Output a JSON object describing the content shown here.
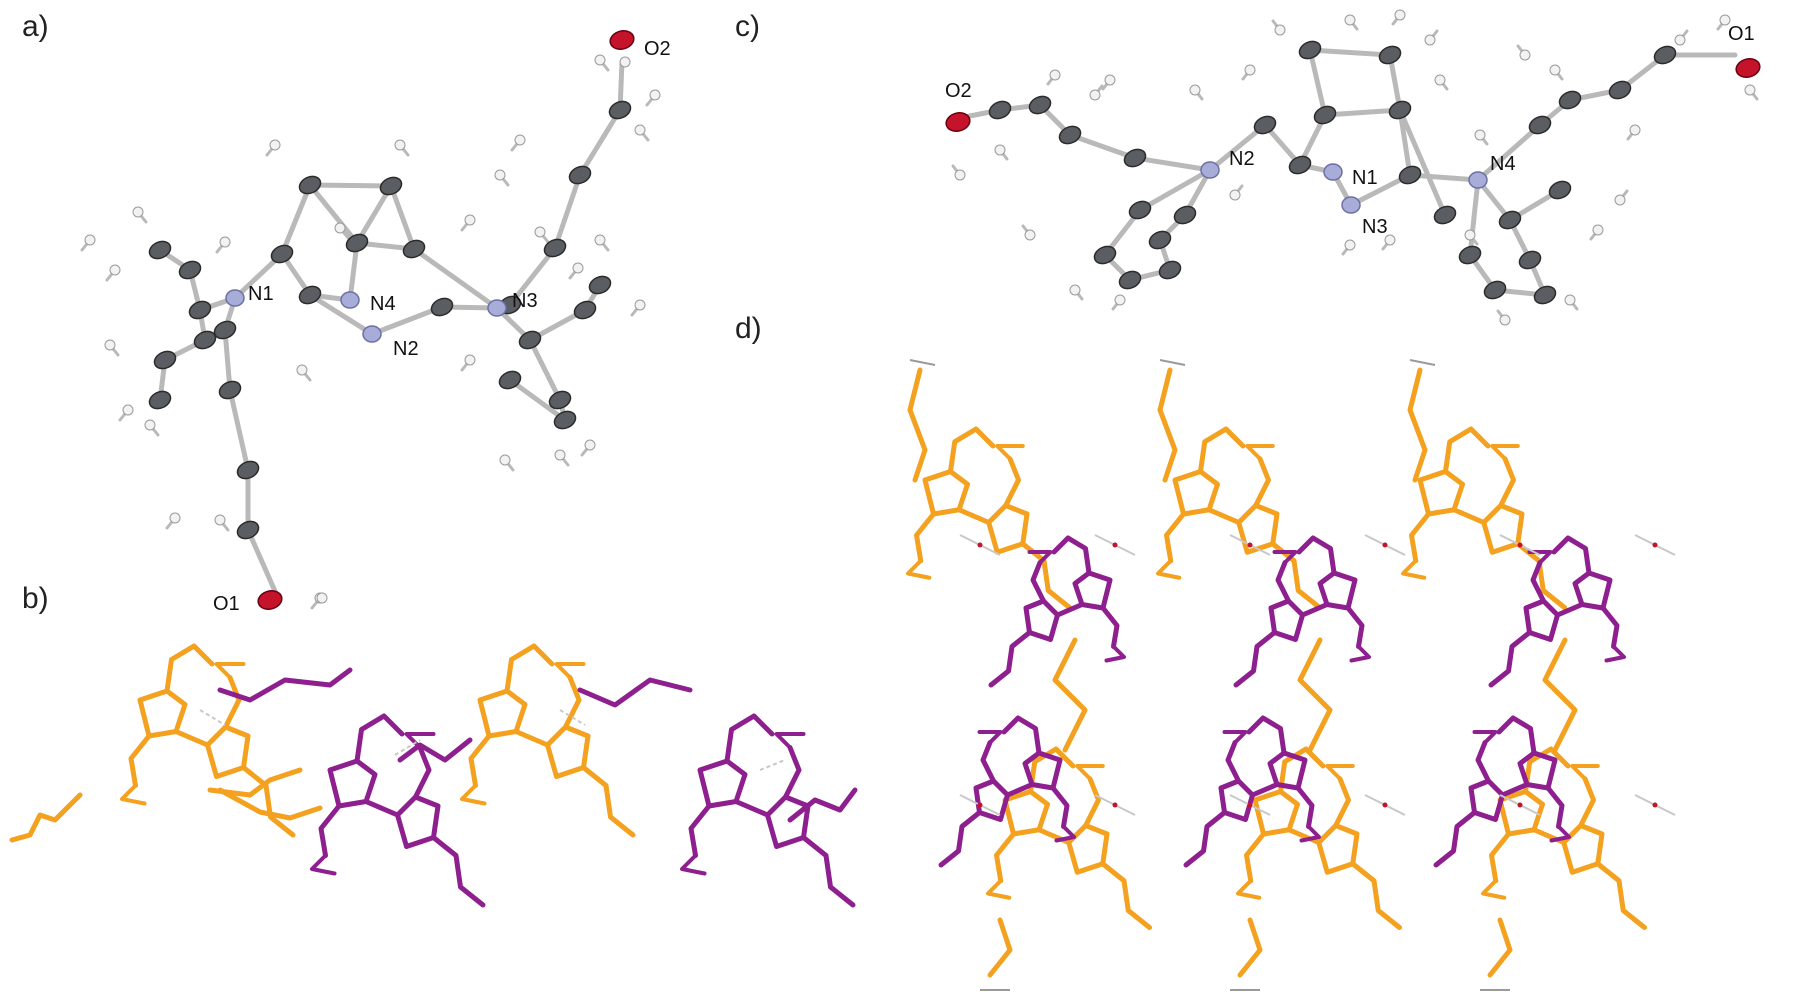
{
  "panels": {
    "a": {
      "letter": "a)",
      "labels": {
        "O1": "O1",
        "O2": "O2",
        "N1": "N1",
        "N2": "N2",
        "N3": "N3",
        "N4": "N4"
      }
    },
    "b": {
      "letter": "b)"
    },
    "c": {
      "letter": "c)",
      "labels": {
        "O1": "O1",
        "O2": "O2",
        "N1": "N1",
        "N2": "N2",
        "N3": "N3",
        "N4": "N4"
      }
    },
    "d": {
      "letter": "d)"
    }
  },
  "colors": {
    "carbon": "#5a5d61",
    "carbon_outline": "#2b2b2b",
    "hydrogen": "#f2f2f2",
    "nitrogen": "#a7acd8",
    "oxygen": "#c4132a",
    "bond": "#b9b9b9",
    "orange_molecule": "#f3a11e",
    "purple_molecule": "#8e1f8e",
    "hbond": "#c8c8c8"
  }
}
